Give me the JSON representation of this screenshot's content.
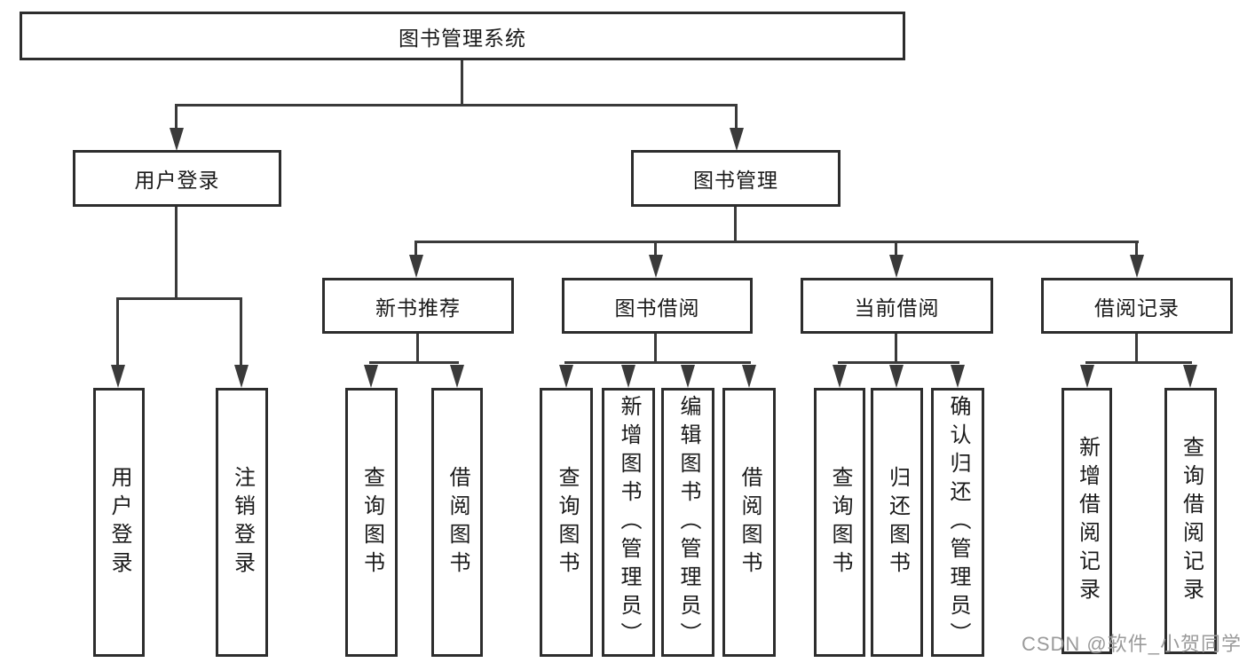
{
  "root": {
    "label": "图书管理系统"
  },
  "branches": [
    {
      "label": "用户登录",
      "children": [
        {
          "label": "用户登录"
        },
        {
          "label": "注销登录"
        }
      ]
    },
    {
      "label": "图书管理",
      "children": [
        {
          "label": "新书推荐",
          "children": [
            {
              "label": "查询图书"
            },
            {
              "label": "借阅图书"
            }
          ]
        },
        {
          "label": "图书借阅",
          "children": [
            {
              "label": "查询图书"
            },
            {
              "label": "新增图书（管理员）"
            },
            {
              "label": "编辑图书（管理员）"
            },
            {
              "label": "借阅图书"
            }
          ]
        },
        {
          "label": "当前借阅",
          "children": [
            {
              "label": "查询图书"
            },
            {
              "label": "归还图书"
            },
            {
              "label": "确认归还（管理员）"
            }
          ]
        },
        {
          "label": "借阅记录",
          "children": [
            {
              "label": "新增借阅记录"
            },
            {
              "label": "查询借阅记录"
            }
          ]
        }
      ]
    }
  ],
  "watermark": "CSDN @软件_小贺同学",
  "colors": {
    "line": "#3a3a3a",
    "box_border": "#2d2d2d",
    "text": "#1a1a1a",
    "watermark": "#9a9a9a",
    "background": "#ffffff"
  }
}
